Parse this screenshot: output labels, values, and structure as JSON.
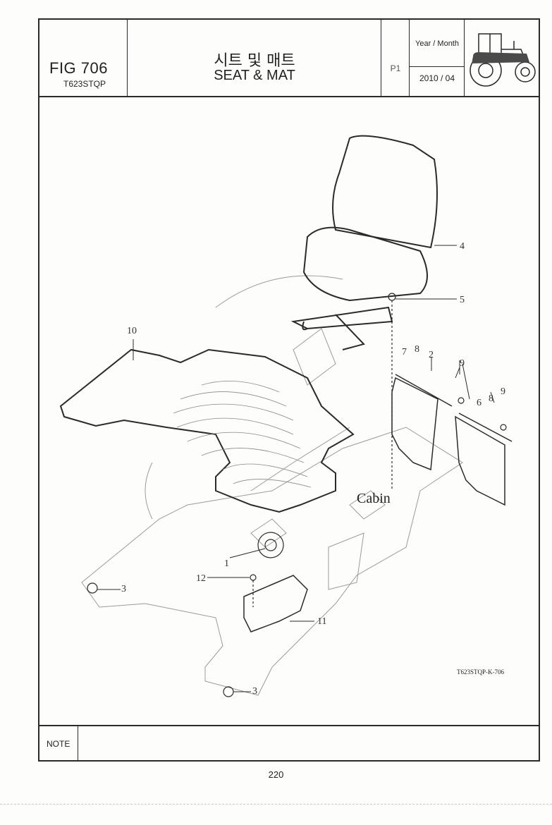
{
  "header": {
    "fig_label": "FIG 706",
    "model": "T623STQP",
    "title_ko": "시트 및 매트",
    "title_en": "SEAT & MAT",
    "page": "P1",
    "date_label": "Year / Month",
    "date_value": "2010 / 04"
  },
  "drawing": {
    "cabin_label": "Cabin",
    "drawing_code": "T623STQP-K-706",
    "callouts": {
      "c1": "1",
      "c2": "2",
      "c3a": "3",
      "c3b": "3",
      "c4": "4",
      "c5": "5",
      "c6": "6",
      "c7": "7",
      "c8a": "8",
      "c8b": "8",
      "c9a": "9",
      "c9b": "9",
      "c10": "10",
      "c11": "11",
      "c12": "12"
    }
  },
  "footer": {
    "note_label": "NOTE",
    "page_number": "220"
  },
  "colors": {
    "line": "#2a2a2a",
    "faint_line": "#9a9a9a"
  },
  "icons": {
    "tractor": "tractor-icon"
  }
}
